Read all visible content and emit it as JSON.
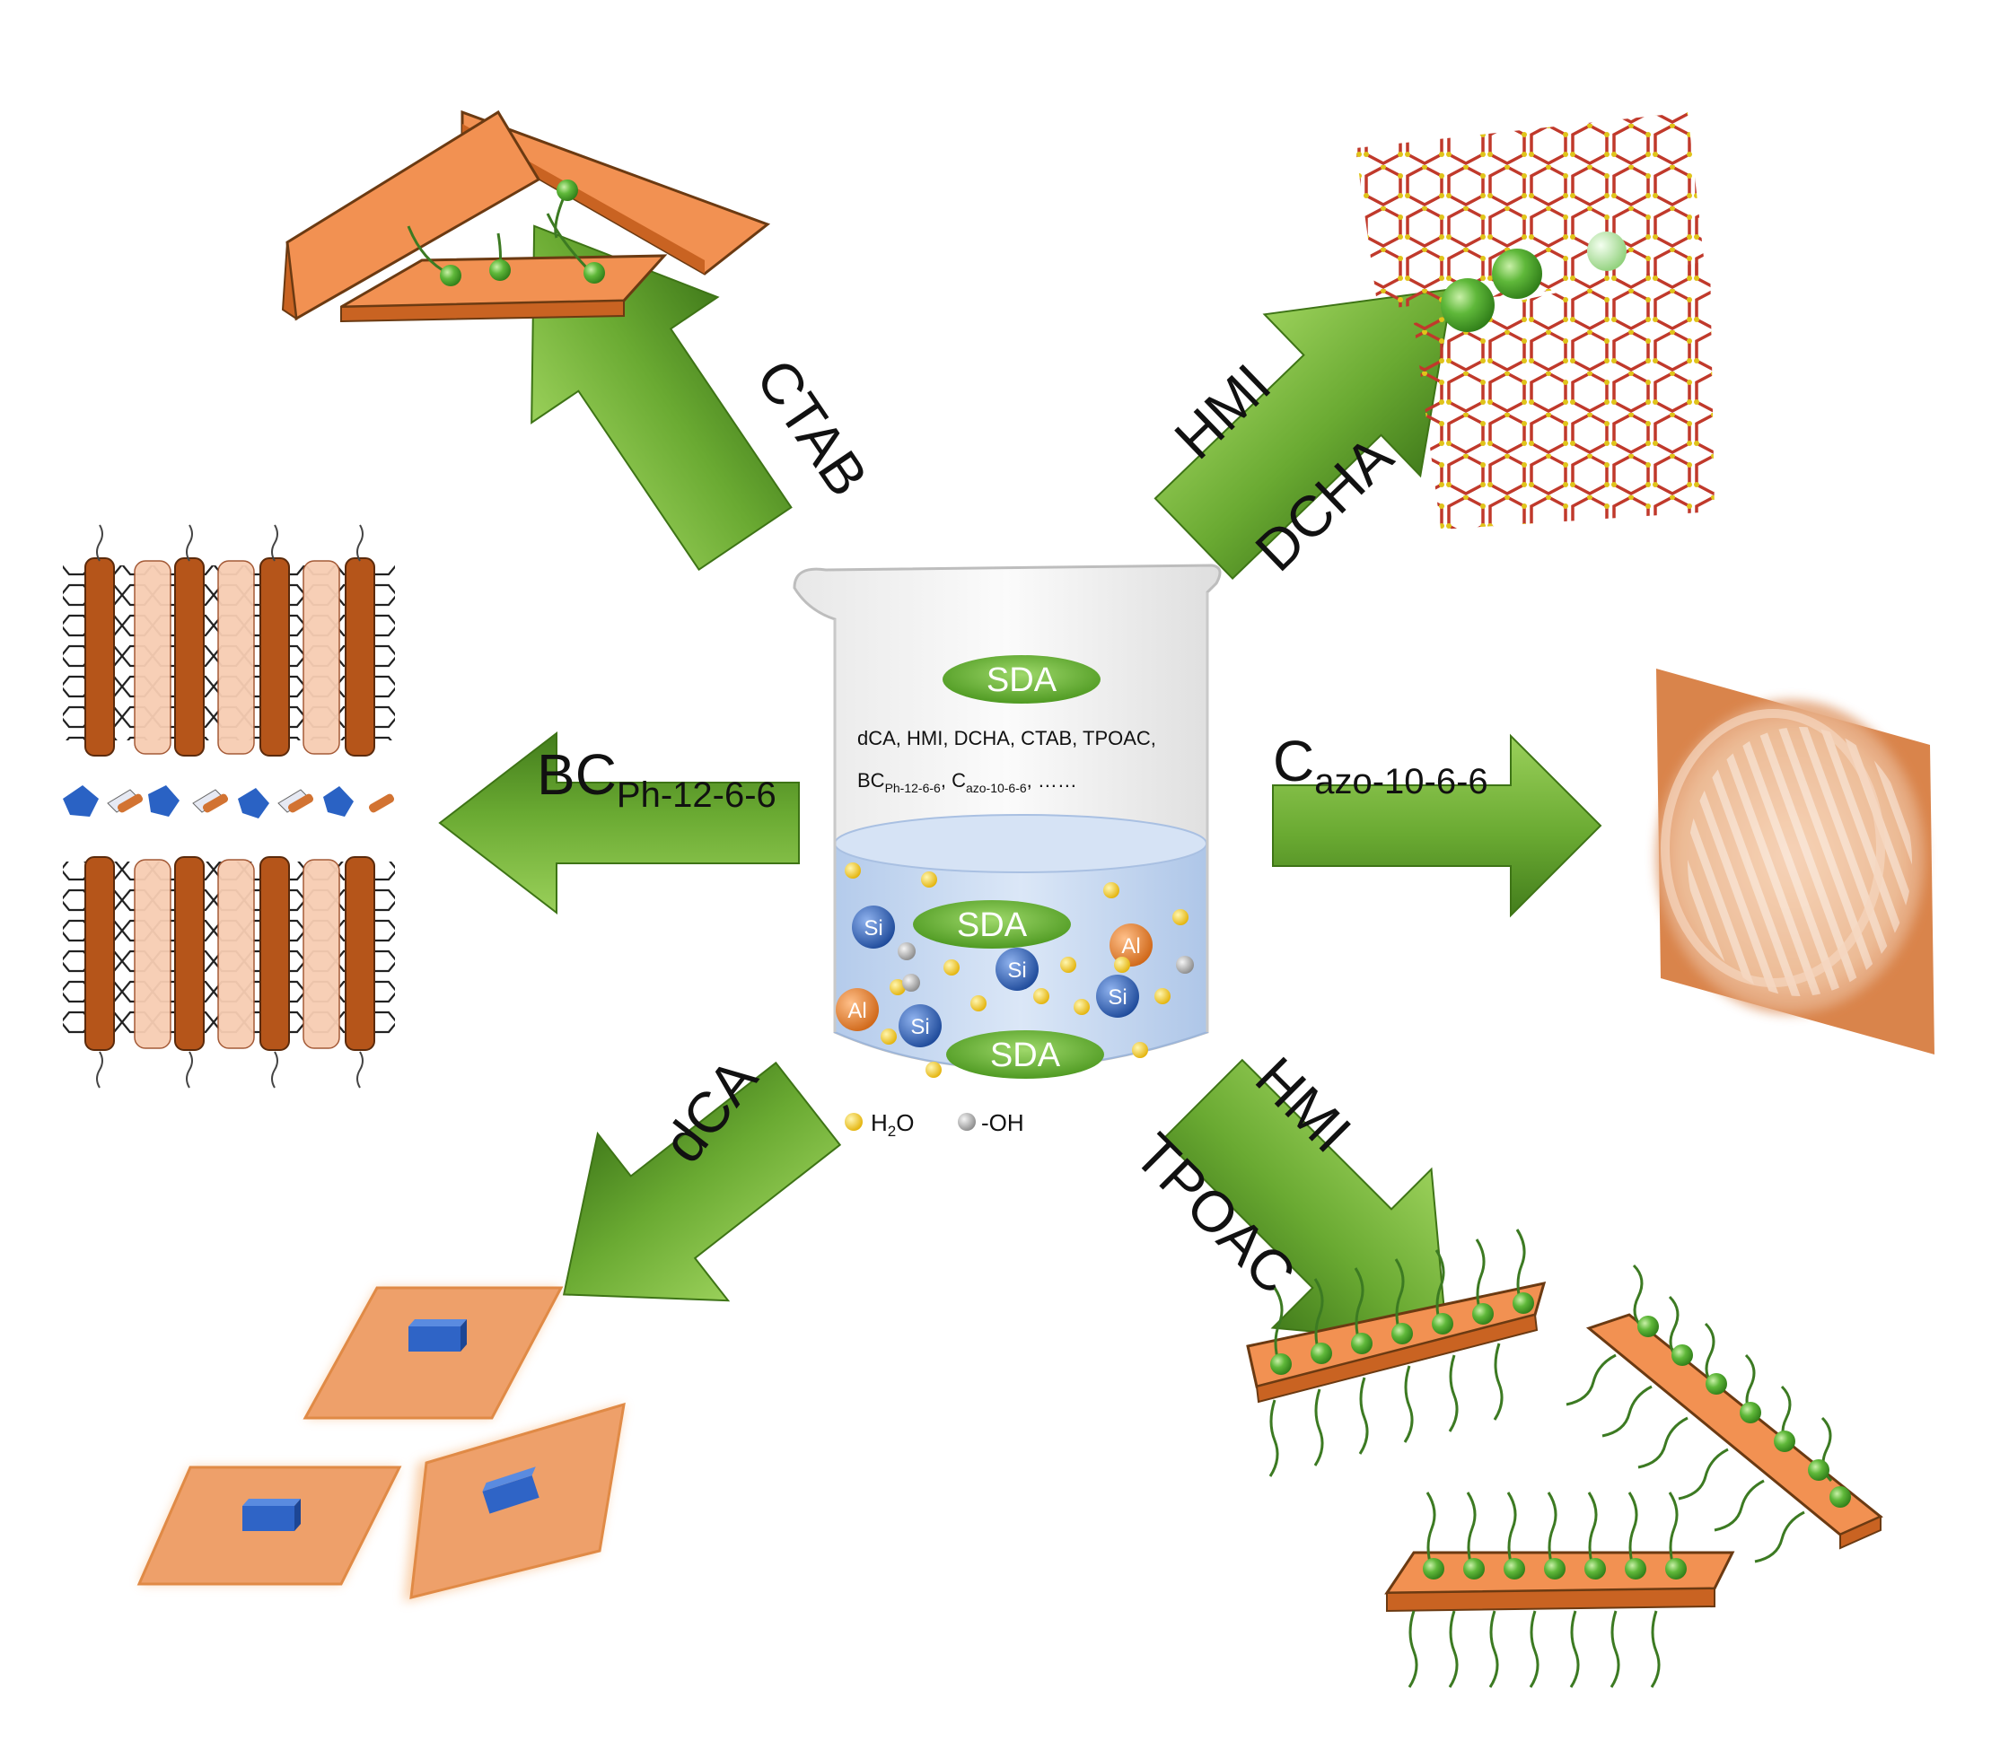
{
  "beaker": {
    "sda_top": "SDA",
    "sda_mid": "SDA",
    "sda_bottom": "SDA",
    "sda_list_line1": "dCA, HMI, DCHA, CTAB, TPOAC,",
    "list_bc": "BC",
    "list_bc_sub": "Ph-12-6-6",
    "list_sep1": ", ",
    "list_c": "C",
    "list_c_sub": "azo-10-6-6",
    "list_tail": ", ……",
    "atoms": {
      "si1": "Si",
      "si2": "Si",
      "si3": "Si",
      "si4": "Si",
      "al1": "Al",
      "al2": "Al"
    }
  },
  "legend": {
    "h2o_prefix": "H",
    "h2o_sub": "2",
    "h2o_suffix": "O",
    "oh": "-OH"
  },
  "arrows": {
    "up_left": {
      "label": "CTAB"
    },
    "up_right": {
      "label1": "HMI",
      "label2": "DCHA"
    },
    "left": {
      "label": "BC",
      "label_sub": "Ph-12-6-6"
    },
    "right": {
      "label": "C",
      "label_sub": "azo-10-6-6"
    },
    "down_left": {
      "label": "dCA"
    },
    "down_right": {
      "label1": "HMI",
      "label2": "TPOAC"
    }
  },
  "colors": {
    "arrow_green": "#6aaa32",
    "orange": "#f08a48",
    "green_sphere": "#4aa52d",
    "blue_atom": "#2f5fb4",
    "orange_atom": "#e07a2a",
    "water": "#c9daf2"
  }
}
